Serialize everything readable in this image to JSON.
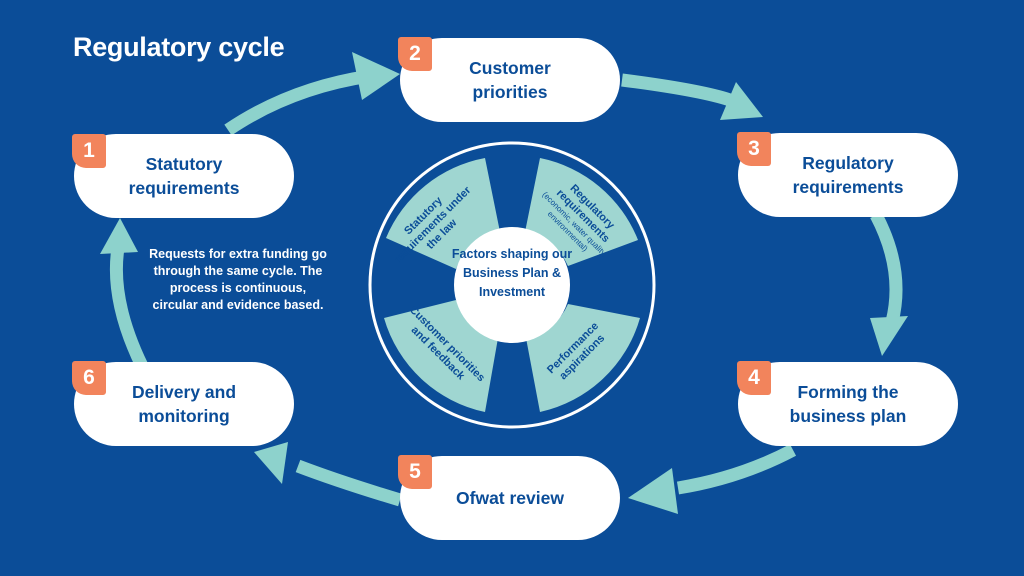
{
  "title": "Regulatory cycle",
  "steps": [
    {
      "number": "1",
      "label": "Statutory requirements"
    },
    {
      "number": "2",
      "label": "Customer priorities"
    },
    {
      "number": "3",
      "label": "Regulatory requirements"
    },
    {
      "number": "4",
      "label": "Forming the business plan"
    },
    {
      "number": "5",
      "label": "Ofwat review"
    },
    {
      "number": "6",
      "label": "Delivery and monitoring"
    }
  ],
  "note": "Requests for extra funding go through the same cycle. The process is continuous, circular and evidence based.",
  "factors": {
    "center": "Factors shaping our Business Plan & Investment",
    "segments": [
      {
        "label": "Statutory requirements under the law"
      },
      {
        "label": "Regulatory requirements",
        "sub": "(economic, water quality, environmental)"
      },
      {
        "label": "Performance aspirations"
      },
      {
        "label": "Customer priorities and feedback"
      }
    ]
  },
  "colors": {
    "background": "#0b4d98",
    "arrow": "#8dd2cc",
    "segment": "#9fd6d1",
    "badge": "#f2845c",
    "text": "#0b4d98"
  }
}
